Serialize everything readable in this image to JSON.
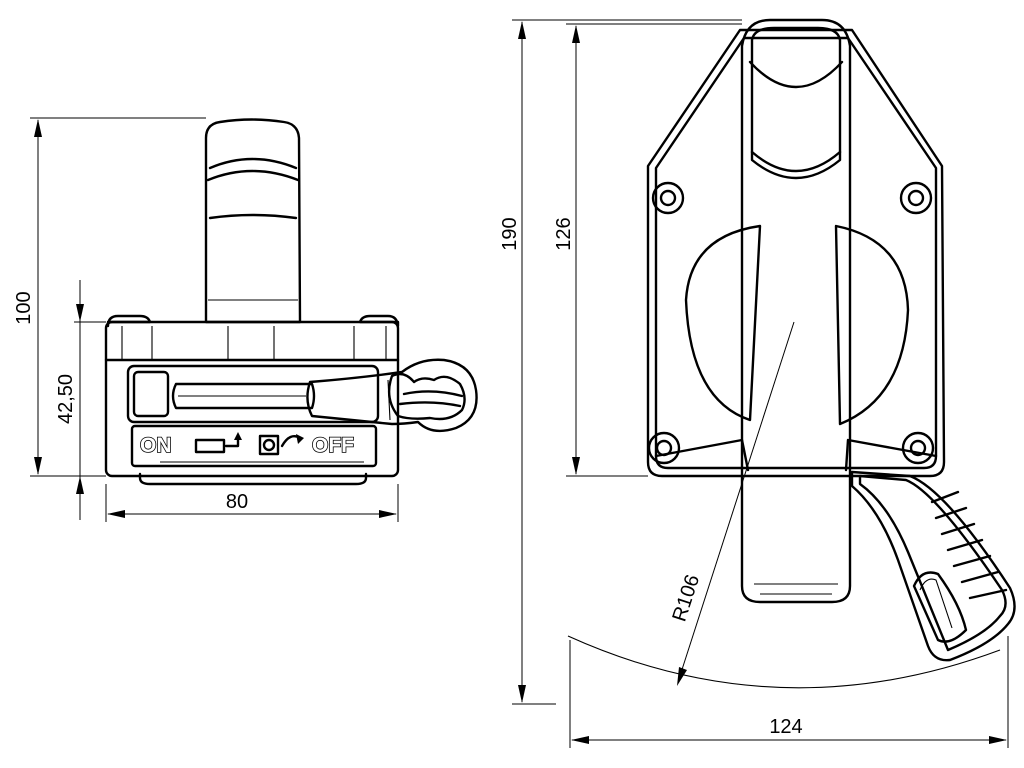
{
  "dimensions": {
    "side_height": "100",
    "base_height": "42,50",
    "base_width": "80",
    "total_height": "190",
    "plate_height": "126",
    "radius": "R106",
    "swing_width": "124"
  },
  "plate_labels": {
    "on": "ON",
    "off": "OFF"
  }
}
